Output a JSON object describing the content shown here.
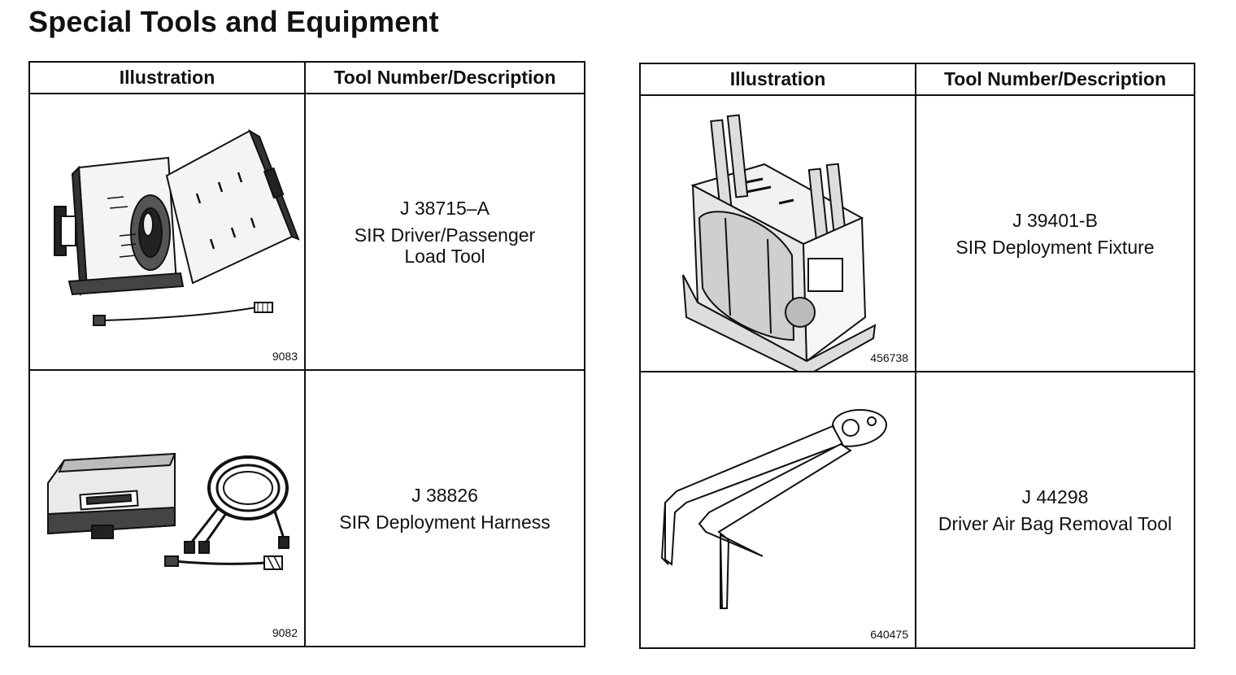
{
  "title": "Special Tools and Equipment",
  "tables": [
    {
      "headers": {
        "illustration": "Illustration",
        "tool": "Tool Number/Description"
      },
      "rows": [
        {
          "figure": "9083",
          "tool_number": "J 38715–A",
          "description": "SIR Driver/Passenger\nLoad Tool",
          "icon": "load-tool-case-icon"
        },
        {
          "figure": "9082",
          "tool_number": "J 38826",
          "description": "SIR Deployment Harness",
          "icon": "deployment-harness-icon"
        }
      ]
    },
    {
      "headers": {
        "illustration": "Illustration",
        "tool": "Tool Number/Description"
      },
      "rows": [
        {
          "figure": "456738",
          "tool_number": "J 39401-B",
          "description": "SIR Deployment Fixture",
          "icon": "deployment-fixture-icon"
        },
        {
          "figure": "640475",
          "tool_number": "J 44298",
          "description": "Driver Air Bag Removal Tool",
          "icon": "air-bag-removal-tool-icon"
        }
      ]
    }
  ]
}
